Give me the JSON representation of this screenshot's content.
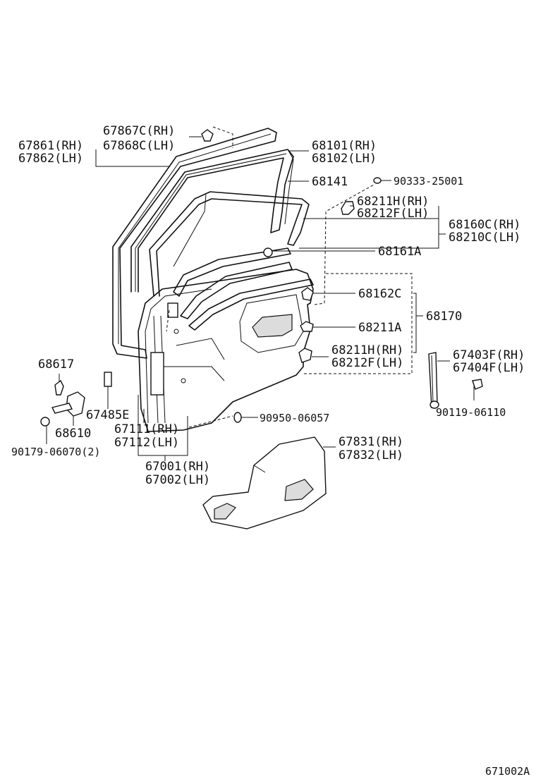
{
  "diagram_id": "671002A",
  "labels": {
    "l67867c": "67867C(RH)",
    "l67868c": "67868C(LH)",
    "l67861": "67861(RH)",
    "l67862": "67862(LH)",
    "l68101": "68101(RH)",
    "l68102": "68102(LH)",
    "l68141": "68141",
    "l90333": "90333-25001",
    "l68211h_a": "68211H(RH)",
    "l68212f_a": "68212F(LH)",
    "l68160c": "68160C(RH)",
    "l68210c": "68210C(LH)",
    "l68161a": "68161A",
    "l68162c": "68162C",
    "l68170": "68170",
    "l68211a": "68211A",
    "l68211h_b": "68211H(RH)",
    "l68212f_b": "68212F(LH)",
    "l67403f": "67403F(RH)",
    "l67404f": "67404F(LH)",
    "l90119": "90119-06110",
    "l68617": "68617",
    "l67485e": "67485E",
    "l68610": "68610",
    "l90179": "90179-06070(2)",
    "l67111": "67111(RH)",
    "l67112": "67112(LH)",
    "l90950": "90950-06057",
    "l67831": "67831(RH)",
    "l67832": "67832(LH)",
    "l67001": "67001(RH)",
    "l67002": "67002(LH)"
  }
}
